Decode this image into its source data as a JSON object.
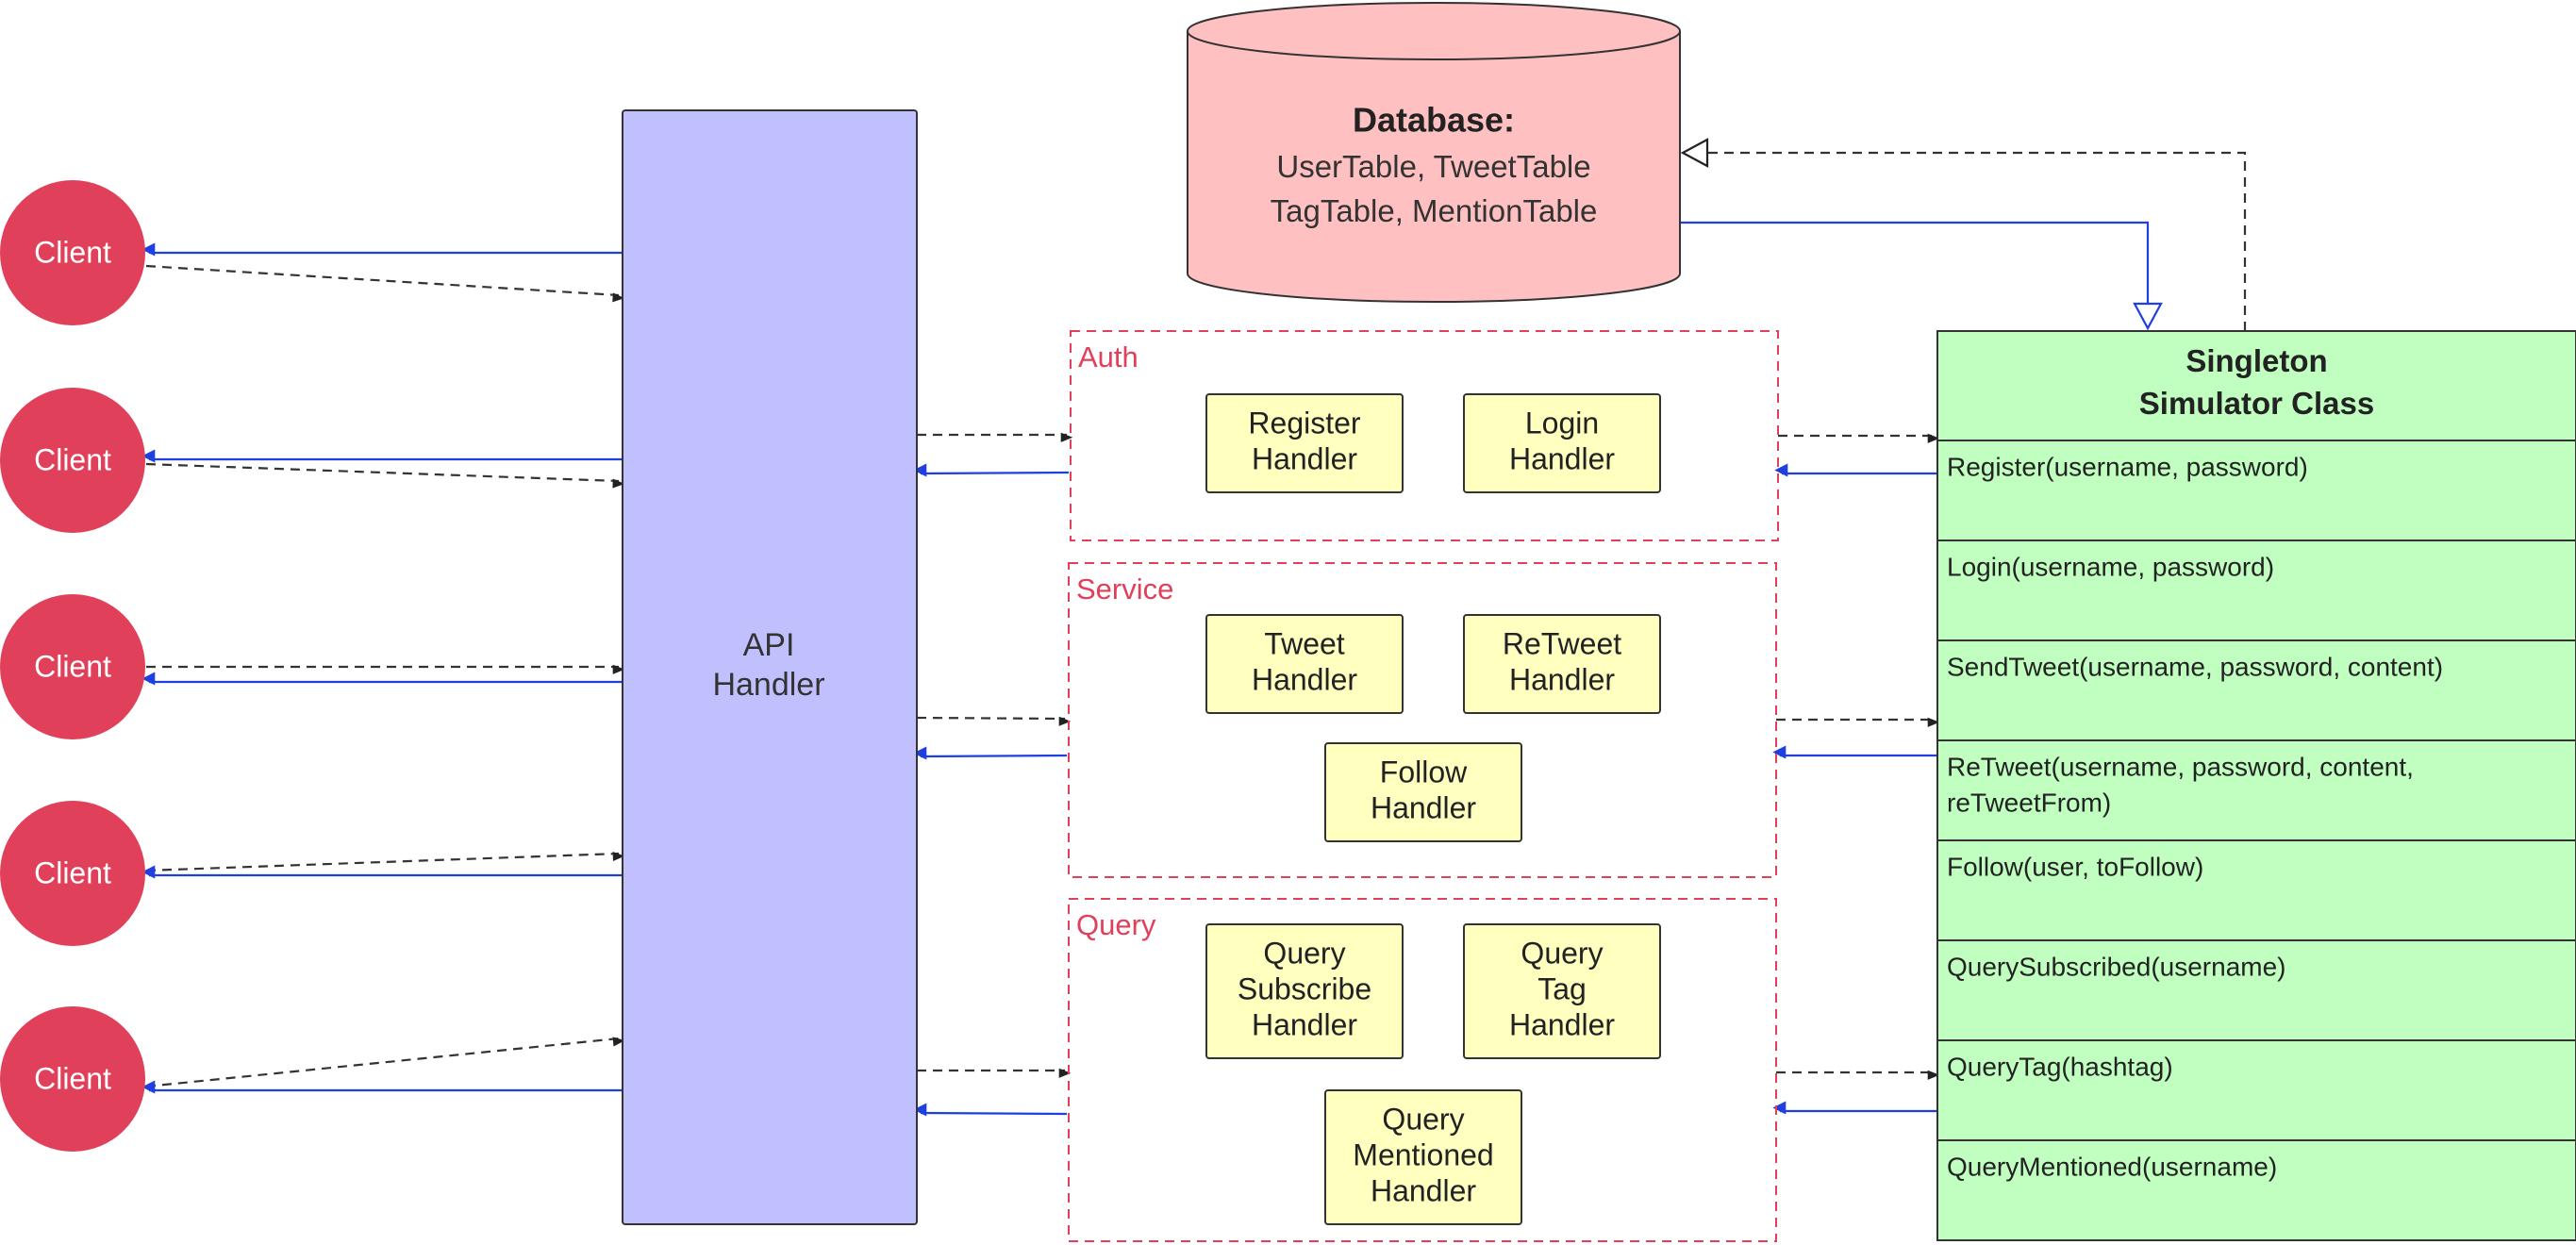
{
  "colors": {
    "client": "#e0405a",
    "api": "#c0c0ff",
    "handler": "#ffffc0",
    "group_border": "#e0405a",
    "database": "#ffc0c2",
    "class_fill": "#c0ffc0",
    "solid_arrow": "#1f3fe0",
    "dashed_arrow": "#333333"
  },
  "clients": [
    {
      "label": "Client"
    },
    {
      "label": "Client"
    },
    {
      "label": "Client"
    },
    {
      "label": "Client"
    },
    {
      "label": "Client"
    }
  ],
  "api": {
    "lines": [
      "API",
      "Handler"
    ]
  },
  "database": {
    "title": "Database:",
    "lines": [
      "UserTable, TweetTable",
      "TagTable, MentionTable"
    ]
  },
  "groups": [
    {
      "name": "Auth",
      "handlers": [
        {
          "lines": [
            "Register",
            "Handler"
          ]
        },
        {
          "lines": [
            "Login",
            "Handler"
          ]
        }
      ]
    },
    {
      "name": "Service",
      "handlers": [
        {
          "lines": [
            "Tweet",
            "Handler"
          ]
        },
        {
          "lines": [
            "ReTweet",
            "Handler"
          ]
        },
        {
          "lines": [
            "Follow",
            "Handler"
          ]
        }
      ]
    },
    {
      "name": "Query",
      "handlers": [
        {
          "lines": [
            "Query",
            "Subscribe",
            "Handler"
          ]
        },
        {
          "lines": [
            "Query",
            "Tag",
            "Handler"
          ]
        },
        {
          "lines": [
            "Query",
            "Mentioned",
            "Handler"
          ]
        }
      ]
    }
  ],
  "simulator": {
    "title": [
      "Singleton",
      "Simulator Class"
    ],
    "methods": [
      {
        "lines": [
          "Register(username, password)"
        ]
      },
      {
        "lines": [
          "Login(username, password)"
        ]
      },
      {
        "lines": [
          "SendTweet(username, password, content)"
        ]
      },
      {
        "lines": [
          "ReTweet(username, password, content,",
          "reTweetFrom)"
        ]
      },
      {
        "lines": [
          "Follow(user, toFollow)"
        ]
      },
      {
        "lines": [
          "QuerySubscribed(username)"
        ]
      },
      {
        "lines": [
          "QueryTag(hashtag)"
        ]
      },
      {
        "lines": [
          "QueryMentioned(username)"
        ]
      }
    ]
  }
}
